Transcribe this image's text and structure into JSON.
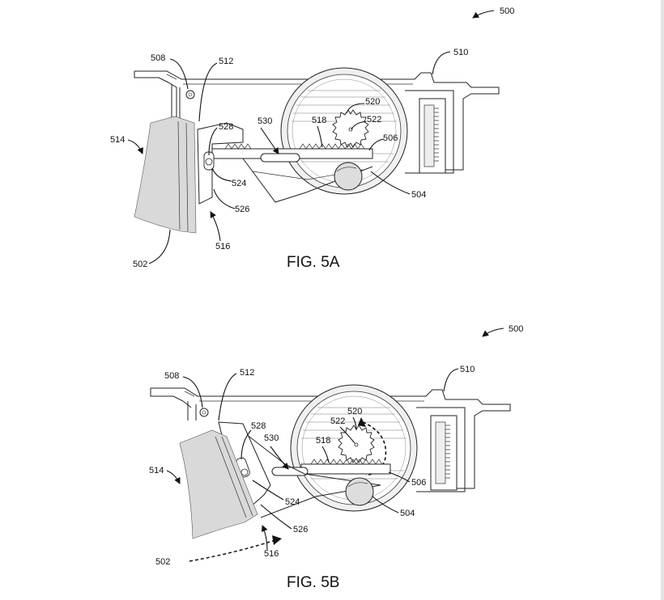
{
  "figures": [
    {
      "caption": "FIG. 5A",
      "ref_numeral": "500",
      "labels": [
        "508",
        "512",
        "510",
        "514",
        "528",
        "530",
        "518",
        "520",
        "522",
        "506",
        "524",
        "526",
        "504",
        "516",
        "502"
      ]
    },
    {
      "caption": "FIG. 5B",
      "ref_numeral": "500",
      "labels": [
        "508",
        "512",
        "510",
        "514",
        "528",
        "530",
        "520",
        "522",
        "518",
        "524",
        "506",
        "526",
        "504",
        "516",
        "502"
      ]
    }
  ]
}
